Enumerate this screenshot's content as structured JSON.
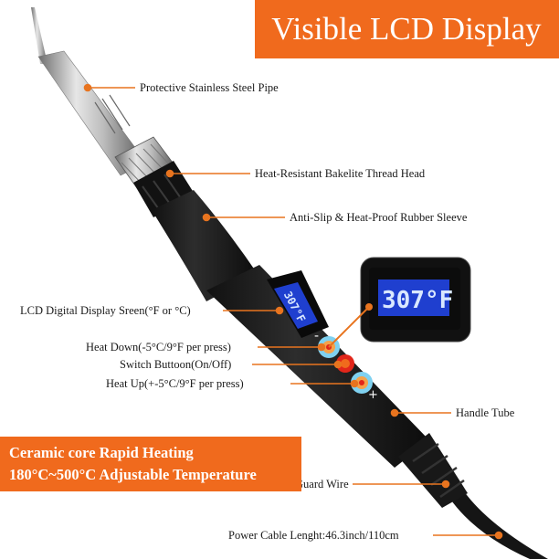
{
  "header": {
    "title": "Visible LCD Display"
  },
  "callouts": {
    "pipe": "Protective Stainless Steel Pipe",
    "thread_head": "Heat-Resistant Bakelite Thread Head",
    "sleeve": "Anti-Slip & Heat-Proof Rubber Sleeve",
    "lcd": "LCD Digital Display Sreen(°F or °C)",
    "heat_down": "Heat Down(-5°C/9°F per press)",
    "switch": "Switch Buttoon(On/Off)",
    "heat_up": "Heat Up(+-5°C/9°F per press)",
    "handle_tube": "Handle Tube",
    "guard_wire": "Guard Wire",
    "power_cable": "Power Cable Lenght:46.3inch/110cm"
  },
  "promo": {
    "line1": "Ceramic core Rapid Heating",
    "line2": "180°C~500°C Adjustable Temperature"
  },
  "display": {
    "reading": "307°F"
  },
  "handle_labels": {
    "minus": "-",
    "plus": "+"
  },
  "colors": {
    "accent": "#f06a1d",
    "leader": "#e8741f",
    "lcd_bg": "#1f3fcf",
    "lcd_text": "#d9e8ff",
    "button_ring": "#7fd1f0",
    "switch_button": "#e2261a",
    "handle": "#1c1c1c"
  }
}
